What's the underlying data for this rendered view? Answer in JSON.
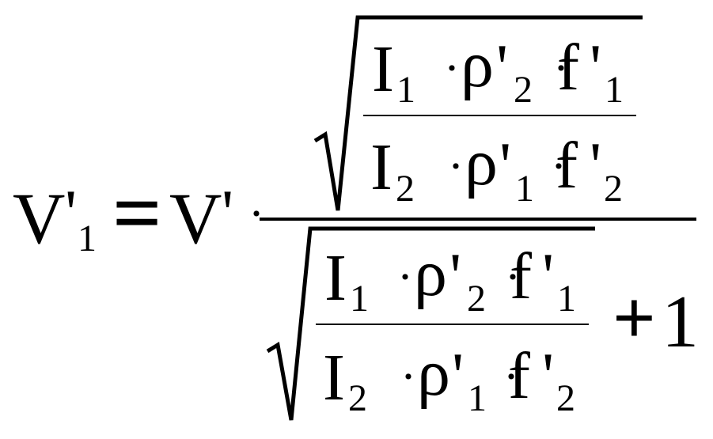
{
  "equation": {
    "lhs": {
      "V": "V",
      "prime": "'",
      "sub": "1"
    },
    "eq_sign": "=",
    "coef": {
      "V": "V",
      "prime": "'",
      "dot": "·"
    },
    "numerator_fraction": {
      "top": {
        "I": "I",
        "I_sub": "1",
        "dot1": "·",
        "rho": "ρ",
        "rho_prime": "'",
        "rho_sub": "2",
        "f": "f",
        "f_dot": "·",
        "f_prime": "'",
        "f_sub": "1"
      },
      "bottom": {
        "I": "I",
        "I_sub": "2",
        "dot1": "·",
        "rho": "ρ",
        "rho_prime": "'",
        "rho_sub": "1",
        "f": "f",
        "f_dot": "·",
        "f_prime": "'",
        "f_sub": "2"
      }
    },
    "denominator_fraction": {
      "top": {
        "I": "I",
        "I_sub": "1",
        "dot1": "·",
        "rho": "ρ",
        "rho_prime": "'",
        "rho_sub": "2",
        "f": "f",
        "f_dot": "·",
        "f_prime": "'",
        "f_sub": "1"
      },
      "bottom": {
        "I": "I",
        "I_sub": "2",
        "dot1": "·",
        "rho": "ρ",
        "rho_prime": "'",
        "rho_sub": "1",
        "f": "f",
        "f_dot": "·",
        "f_prime": "'",
        "f_sub": "2"
      }
    },
    "plus": "+",
    "one": "1"
  }
}
